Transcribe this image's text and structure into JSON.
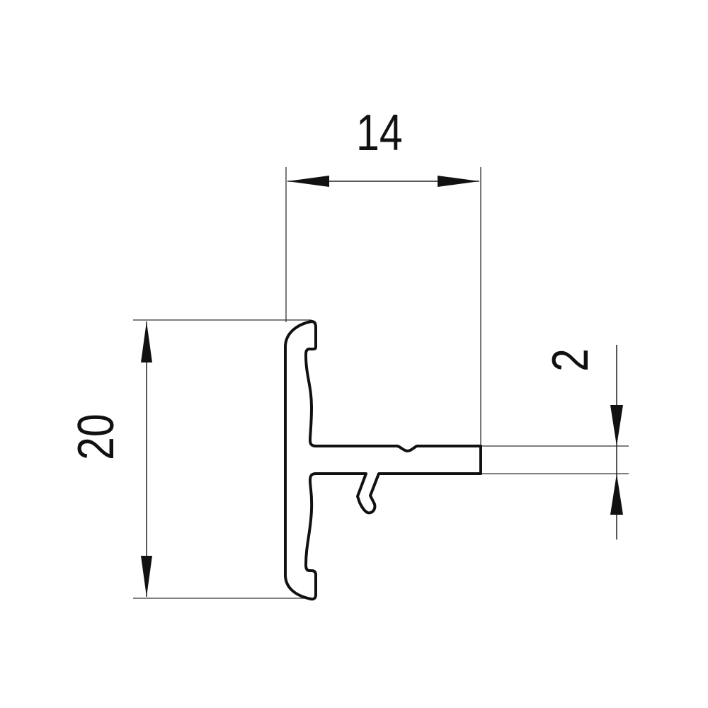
{
  "drawing": {
    "type": "profile cross-section",
    "dimensions": {
      "width": {
        "label": "14",
        "orientation": "horizontal"
      },
      "height": {
        "label": "20",
        "orientation": "vertical"
      },
      "thickness": {
        "label": "2",
        "orientation": "vertical"
      }
    },
    "colors": {
      "outline": "#111111",
      "dimension_line": "#333333",
      "background": "#ffffff"
    }
  }
}
